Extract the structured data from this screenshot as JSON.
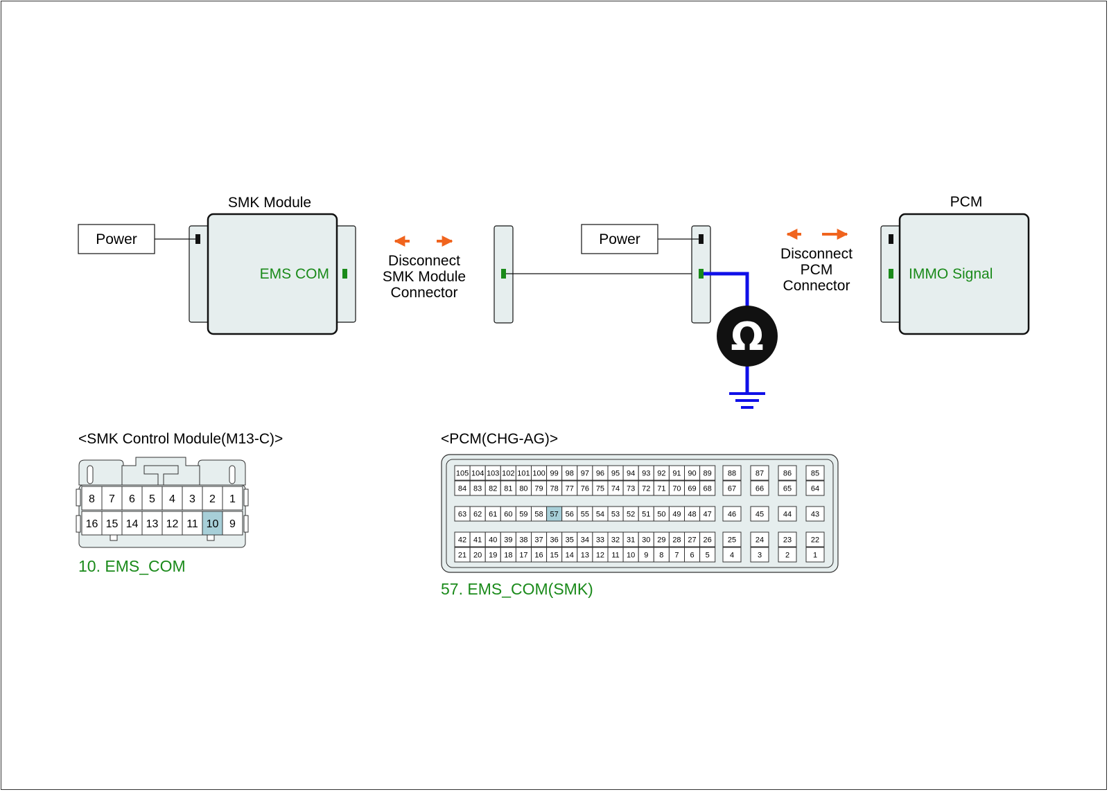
{
  "colors": {
    "box_fill": "#e6eeee",
    "outline": "#111111",
    "signal_green": "#1a8a1a",
    "arrow_orange": "#f0641e",
    "probe_wire": "#1010e8",
    "highlight_pin": "#a7cfd8"
  },
  "smk_module": {
    "title": "SMK Module",
    "power_label": "Power",
    "signal_label": "EMS COM"
  },
  "disconnect_smk": {
    "line1": "Disconnect",
    "line2": "SMK Module",
    "line3": "Connector"
  },
  "middle": {
    "power_label": "Power"
  },
  "meter": {
    "symbol": "Ω",
    "icon": "ohmmeter-icon"
  },
  "disconnect_pcm": {
    "line1": "Disconnect",
    "line2": "PCM",
    "line3": "Connector"
  },
  "pcm": {
    "title": "PCM",
    "signal_label": "IMMO Signal"
  },
  "smk_connector": {
    "title": "<SMK Control Module(M13-C)>",
    "top_row": [
      "8",
      "7",
      "6",
      "5",
      "4",
      "3",
      "2",
      "1"
    ],
    "bottom_row": [
      "16",
      "15",
      "14",
      "13",
      "12",
      "11",
      "10",
      "9"
    ],
    "highlight": "10",
    "caption": "10. EMS_COM"
  },
  "pcm_connector": {
    "title": "<PCM(CHG-AG)>",
    "main_rows": [
      [
        "105",
        "104",
        "103",
        "102",
        "101",
        "100",
        "99",
        "98",
        "97",
        "96",
        "95",
        "94",
        "93",
        "92",
        "91",
        "90",
        "89"
      ],
      [
        "84",
        "83",
        "82",
        "81",
        "80",
        "79",
        "78",
        "77",
        "76",
        "75",
        "74",
        "73",
        "72",
        "71",
        "70",
        "69",
        "68"
      ],
      [
        "63",
        "62",
        "61",
        "60",
        "59",
        "58",
        "57",
        "56",
        "55",
        "54",
        "53",
        "52",
        "51",
        "50",
        "49",
        "48",
        "47"
      ],
      [
        "42",
        "41",
        "40",
        "39",
        "38",
        "37",
        "36",
        "35",
        "34",
        "33",
        "32",
        "31",
        "30",
        "29",
        "28",
        "27",
        "26"
      ],
      [
        "21",
        "20",
        "19",
        "18",
        "17",
        "16",
        "15",
        "14",
        "13",
        "12",
        "11",
        "10",
        "9",
        "8",
        "7",
        "6",
        "5"
      ]
    ],
    "side_rows": [
      [
        "88",
        "87",
        "86",
        "85"
      ],
      [
        "67",
        "66",
        "65",
        "64"
      ],
      [
        "46",
        "45",
        "44",
        "43"
      ],
      [
        "25",
        "24",
        "23",
        "22"
      ],
      [
        "4",
        "3",
        "2",
        "1"
      ]
    ],
    "highlight": "57",
    "caption": "57. EMS_COM(SMK)"
  }
}
